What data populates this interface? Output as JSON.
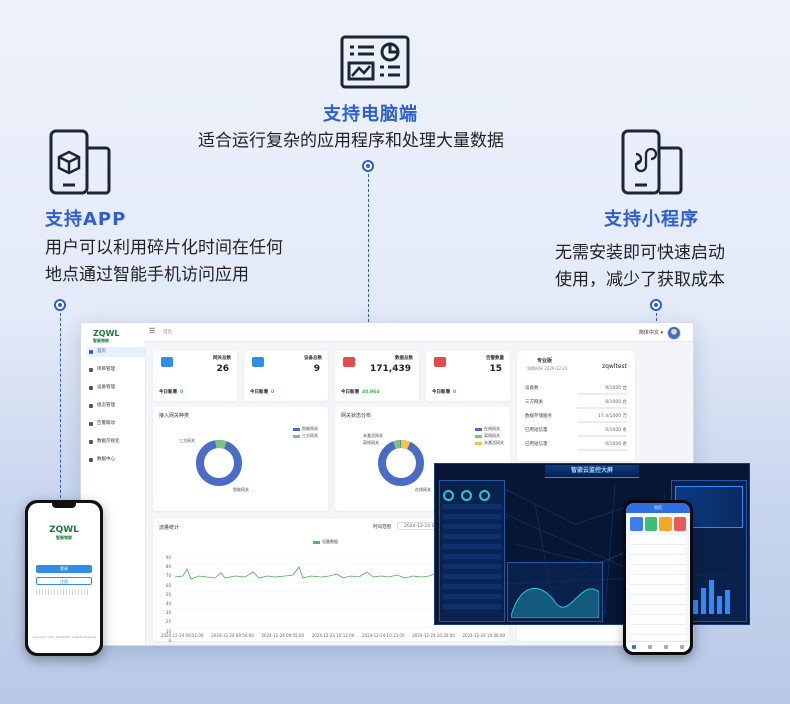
{
  "features": {
    "pc": {
      "title": "支持电脑端",
      "desc": "适合运行复杂的应用程序和处理大量数据",
      "icon": "dashboard-monitor-icon"
    },
    "app": {
      "title": "支持APP",
      "desc_line1": "用户可以利用碎片化时间在任何",
      "desc_line2": "地点通过智能手机访问应用",
      "icon": "smartphone-cube-icon"
    },
    "miniprogram": {
      "title": "支持小程序",
      "desc_line1": "无需安装即可快速启动",
      "desc_line2": "使用，减少了获取成本",
      "icon": "smartphone-miniprogram-icon"
    }
  },
  "dashboard": {
    "logo": "ZQWL",
    "logo_sub": "智嵌物联",
    "breadcrumb": "首页",
    "language": "简体中文 ▾",
    "menu": [
      "首页",
      "项目管理",
      "设备管理",
      "组态管理",
      "告警联动",
      "数据可视化",
      "数据中心"
    ],
    "stats": [
      {
        "title": "网关总数",
        "value": "26",
        "today_label": "今日新增",
        "today": "0",
        "color": "#2f8fe8"
      },
      {
        "title": "设备总数",
        "value": "9",
        "today_label": "今日新增",
        "today": "0",
        "color": "#2f8fe8"
      },
      {
        "title": "数据总数",
        "value": "171,439",
        "today_label": "今日新增",
        "today": "40,964",
        "color": "#e84a4a"
      },
      {
        "title": "告警数量",
        "value": "15",
        "today_label": "今日新增",
        "today": "0",
        "color": "#e84a4a"
      }
    ],
    "user_card": {
      "role": "专业版",
      "expire": "到期时间 2026-12-23",
      "username": "zqwltest",
      "rows": [
        {
          "label": "设备数",
          "value": "9/1000 台"
        },
        {
          "label": "三方网关",
          "value": "0/1000 台"
        },
        {
          "label": "数据存储服务",
          "value": "17.4/1000 万"
        },
        {
          "label": "已用短信量",
          "value": "0/1000 条"
        },
        {
          "label": "已用短信量",
          "value": "0/1000 条"
        }
      ]
    },
    "gateway_types": {
      "title": "接入网关种类",
      "legend": [
        "智能网关",
        "三方网关"
      ],
      "label_a": "三方网关",
      "label_b": "智能网关"
    },
    "gateway_status": {
      "title": "网关状态分布",
      "legend": [
        "在线网关",
        "离线网关",
        "未激活网关"
      ],
      "label_a": "未激活网关",
      "label_b": "离线网关",
      "label_c": "在线网关"
    },
    "traffic": {
      "title": "流量统计",
      "range_label": "时间范围",
      "date": "2024-12-24 09",
      "legend": "设备数据",
      "y_ticks": [
        "90",
        "80",
        "70",
        "60",
        "50",
        "40",
        "30",
        "20",
        "10",
        "0"
      ],
      "x_ticks": [
        "2024-12-24 09:51:00",
        "2024-12-24 09:54:00",
        "2024-12-24 09:55:00",
        "2024-12-24 10:12:00",
        "2024-12-24 10:13:00",
        "2024-12-24 10:30:00",
        "2024-12-24 10:38:00"
      ]
    }
  },
  "bigscreen": {
    "title": "智嵌云监控大屏"
  },
  "phone_left": {
    "logo": "ZQWL",
    "logo_sub": "智嵌物联",
    "login": "登录",
    "register": "注册",
    "footer": "Copyright © 2017-2024 ZQWL. All Rights Reserved"
  },
  "phone_right": {
    "header": "首页"
  }
}
